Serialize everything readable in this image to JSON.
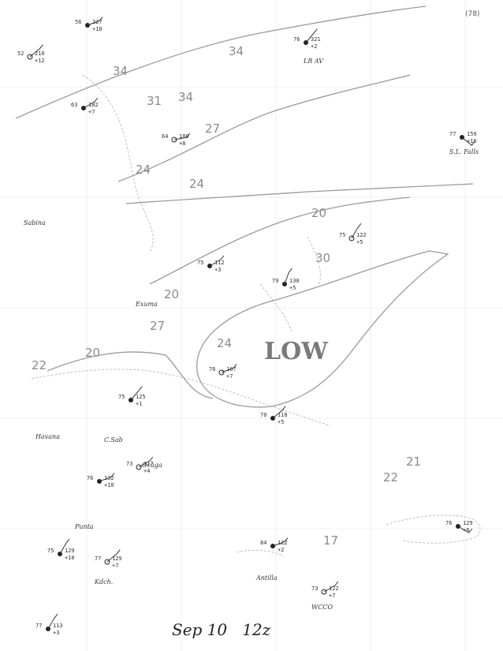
{
  "date_label": "Sep 10   12z",
  "corner_label": "(78)",
  "system_label": "LOW",
  "isobar_labels": [
    "34",
    "34",
    "34",
    "31",
    "27",
    "24",
    "24",
    "20",
    "20",
    "30",
    "27",
    "24",
    "22",
    "20",
    "21",
    "22",
    "17"
  ],
  "station_names": [
    "LR AV",
    "S.L. Falls",
    "Sabina",
    "Exuma",
    "Havana",
    "C.Sab",
    "Ocaga",
    "Punta",
    "Kdch.",
    "Antilla",
    "WCCO"
  ],
  "stations": [
    {
      "temp": "52",
      "pressure": "210",
      "tend": "+12"
    },
    {
      "temp": "56",
      "pressure": "227",
      "tend": "+10"
    },
    {
      "temp": "63",
      "pressure": "182",
      "tend": "+7"
    },
    {
      "temp": "64",
      "pressure": "180",
      "tend": "+8"
    },
    {
      "temp": "76",
      "pressure": "321",
      "tend": "+2"
    },
    {
      "temp": "77",
      "pressure": "159",
      "tend": "+16"
    },
    {
      "temp": "75",
      "pressure": "122",
      "tend": "+5"
    },
    {
      "temp": "79",
      "pressure": "130",
      "tend": "+5"
    },
    {
      "temp": "75",
      "pressure": "112",
      "tend": "+3"
    },
    {
      "temp": "76",
      "pressure": "107",
      "tend": "+7"
    },
    {
      "temp": "70",
      "pressure": "118",
      "tend": "+5"
    },
    {
      "temp": "75",
      "pressure": "125",
      "tend": "+1"
    },
    {
      "temp": "73",
      "pressure": "117",
      "tend": "+4"
    },
    {
      "temp": "76",
      "pressure": "132",
      "tend": "+10"
    },
    {
      "temp": "75",
      "pressure": "129",
      "tend": "+10"
    },
    {
      "temp": "77",
      "pressure": "129",
      "tend": "+7"
    },
    {
      "temp": "84",
      "pressure": "122",
      "tend": "+2"
    },
    {
      "temp": "76",
      "pressure": "129",
      "tend": "+8"
    },
    {
      "temp": "73",
      "pressure": "122",
      "tend": "+7"
    },
    {
      "temp": "77",
      "pressure": "113",
      "tend": "+3"
    }
  ]
}
